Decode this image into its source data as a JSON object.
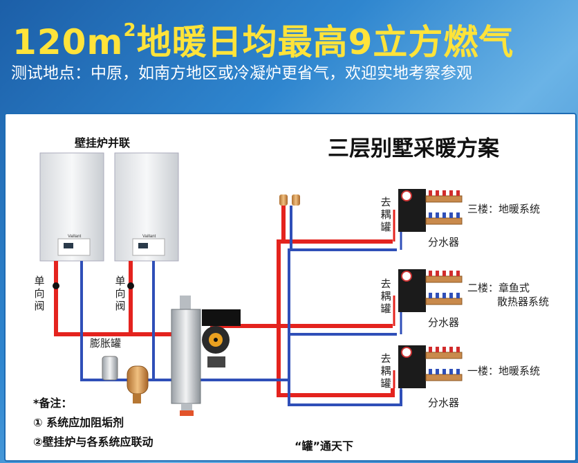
{
  "header": {
    "headline_pre": "120m",
    "headline_sup": "2",
    "headline_post": "地暖日均最高9立方燃气",
    "subline": "测试地点：中原，如南方地区或冷凝炉更省气，欢迎实地考察参观"
  },
  "diagram": {
    "title": "三层别墅采暖方案",
    "boiler_group_label": "壁挂炉并联",
    "boiler_brand": "Vaillant",
    "check_valve_label": "单向阀",
    "expansion_tank_label": "膨胀罐",
    "zones": [
      {
        "to_tank": "去耦罐",
        "manifold": "分水器",
        "floor": "三楼：地暖系统",
        "floor_line2": ""
      },
      {
        "to_tank": "去耦罐",
        "manifold": "分水器",
        "floor": "二楼：章鱼式",
        "floor_line2": "散热器系统"
      },
      {
        "to_tank": "去耦罐",
        "manifold": "分水器",
        "floor": "一楼：地暖系统",
        "floor_line2": ""
      }
    ],
    "notes_title": "*备注：",
    "notes": [
      "① 系统应加阻垢剂",
      "②壁挂炉与各系统应联动"
    ],
    "bottom_caption": "“罐”通天下",
    "colors": {
      "supply": "#e4231e",
      "return": "#2f4fb8",
      "header_yellow": "#ffe33a",
      "panel_border": "#1e6cb4"
    }
  }
}
